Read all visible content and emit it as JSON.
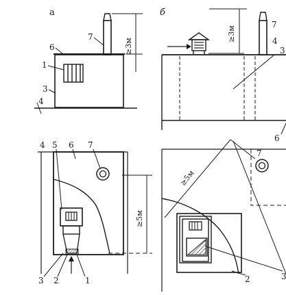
{
  "panels": {
    "a": {
      "label": "а"
    },
    "b": {
      "label": "б"
    }
  },
  "callouts": {
    "n1": "1",
    "n2": "2",
    "n3": "3",
    "n4": "4",
    "n5": "5",
    "n6": "6",
    "n7": "7"
  },
  "dimensions": {
    "chimney_height": "≥3м",
    "distance_5m": "≥5м"
  },
  "colors": {
    "ink": "#1a1a1a",
    "paper": "#ffffff"
  }
}
